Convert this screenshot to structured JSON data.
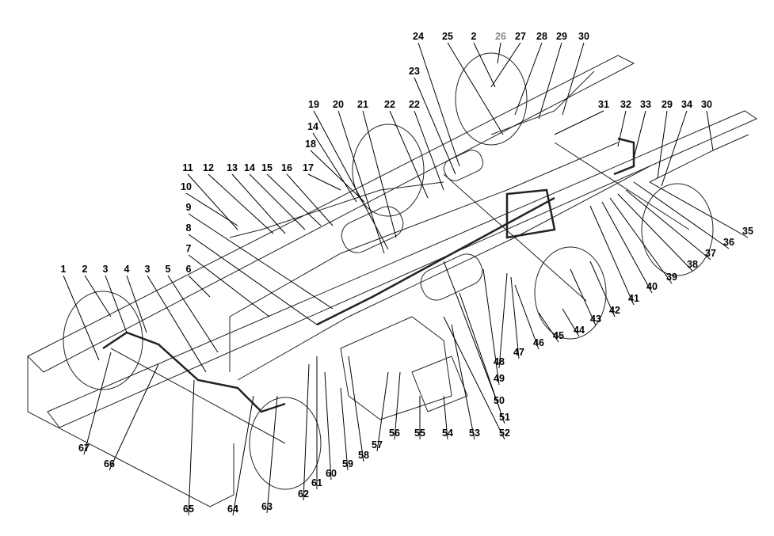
{
  "figure": {
    "title": "Truck chassis brake system piping diagram",
    "labels": [
      "1",
      "2",
      "3",
      "4",
      "3",
      "5",
      "6",
      "7",
      "8",
      "9",
      "10",
      "11",
      "12",
      "13",
      "14",
      "15",
      "16",
      "17",
      "18",
      "14",
      "19",
      "20",
      "21",
      "22",
      "22",
      "23",
      "24",
      "25",
      "2",
      "26",
      "27",
      "28",
      "29",
      "30",
      "31",
      "32",
      "33",
      "29",
      "34",
      "30",
      "35",
      "36",
      "37",
      "38",
      "39",
      "40",
      "41",
      "42",
      "43",
      "44",
      "45",
      "46",
      "47",
      "48",
      "49",
      "50",
      "51",
      "52",
      "53",
      "54",
      "55",
      "56",
      "57",
      "58",
      "59",
      "60",
      "61",
      "62",
      "63",
      "64",
      "65",
      "66",
      "67"
    ],
    "muted_label": "26"
  }
}
